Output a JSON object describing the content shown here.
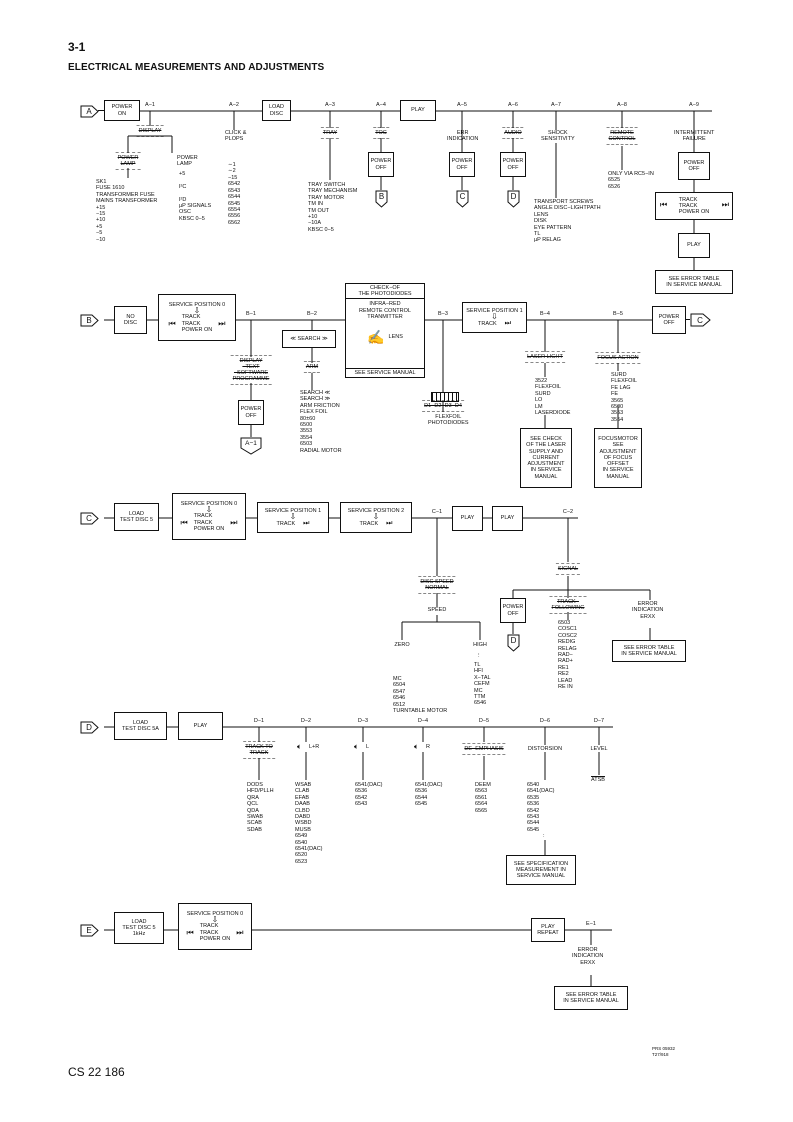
{
  "page": {
    "number": "3-1",
    "title": "ELECTRICAL MEASUREMENTS AND ADJUSTMENTS",
    "doc_id": "CS 22 186",
    "ref_code": "PRS 05932\nT27/918"
  },
  "connectors": {
    "A": "A",
    "B": "B",
    "C": "C",
    "D": "D",
    "E": "E",
    "A1": "A−1"
  },
  "rowA": {
    "start_box": "POWER\nON",
    "load_box": "LOAD\nDISC",
    "play_box": "PLAY",
    "step_labels": [
      "A−1",
      "A−2",
      "A−3",
      "A−4",
      "A−5",
      "A−6",
      "A−7",
      "A−8",
      "A−9"
    ],
    "a1_check": "DISPLAY",
    "a1_power_lamp_x": "POWER\nLAMP",
    "a1_power_lamp": "POWER\nLAMP",
    "a1_left_list": "SK1\nFUSE 1610\nTRANSFORMER FUSE\nMAINS TRANSFORMER\n+15\n−15\n+10\n+5\n−5\n−10",
    "a1_right_list": "+5\n\nI²C\n\nI²D\nµP SIGNALS\nOSC\nKBSC 0−5",
    "a2_title": "CLICK &\nPLOPS",
    "a2_list": "−15\n6542\n6543\n6544\n6545\n6554\n6556\n6562",
    "a2_list_top": "∼1\n∼2",
    "a3_check": "TRAY",
    "a3_list": "TRAY SWITCH\nTRAY MECHANISM\nTRAY MOTOR\nTM IN\nTM OUT\n+10\n−10A\nKBSC 0−5",
    "a4_check": "TOC",
    "a4_box": "POWER\nOFF",
    "a5_title": "ERR\nINDICATION",
    "a5_box": "POWER\nOFF",
    "a6_check": "AUDIO",
    "a6_box": "POWER\nOFF",
    "a7_title": "SHOCK\nSENSITIVITY",
    "a7_list": "TRANSPORT SCREWS\nANGLE DISC−LIGHTPATH\nLENS\nDISK\nEYE PATTERN\nTL\nµP RELAG",
    "a8_check": "REMOTE\nCONTROL",
    "a8_list": "ONLY VIA RC5−IN\n6525\n6526",
    "a9_title": "INTERMITTENT\nFAILURE",
    "a9_box1": "POWER\nOFF",
    "a9_box2": "TRACK\nTRACK\nPOWER ON",
    "a9_box3": "PLAY",
    "a9_box4": "SEE ERROR TABLE\nIN SERVICE MANUAL"
  },
  "rowB": {
    "start_box": "NO\nDISC",
    "svc0": "SERVICE POSITION 0",
    "svc0_sub": "TRACK\nTRACK\nPOWER ON",
    "step_labels": [
      "B−1",
      "B−2",
      "B−3",
      "B−4",
      "B−5"
    ],
    "b1_check": "DISPLAY\n–TEXT\n–SOFTWARE\nPROGRAMME",
    "b1_box": "POWER\nOFF",
    "b2_box": "≪ SEARCH ≫",
    "b2_list": "SEARCH ≪\nSEARCH ≫\nARM FRICTION\nFLEX FOIL\n80±60\n6500\n3553\n3554\n6503\nRADIAL MOTOR",
    "ir_title": "CHECK−OF\nTHE PHOTODIODES",
    "ir_sub": "INFRA−RED\nREMOTE CONTROL\nTRANMITTER",
    "ir_lens": "LENS",
    "ir_footer": "SEE SERVICE MANUAL",
    "b3_check": "D1−D2−D3−D4",
    "b3_list": "FLEXFOIL\nPHOTODIODES",
    "svc1": "SERVICE POSITION 1",
    "svc1_sub": "TRACK",
    "b4_check": "LASER LIGHT",
    "b4_list": "3522\nFLEXFOIL\nSURD\nLO\nLM\nLASERDIODE",
    "b4_box": "SEE CHECK\nOF THE LASER\nSUPPLY AND\nCURRENT\nADJUSTMENT\nIN SERVICE\nMANUAL",
    "b5_check": "FOCUS ACTION",
    "b5_list": "SURD\nFLEXFOIL\nFE LAG\nFE\n3565\n6500\n3553\n3554",
    "b5_box": "FOCUSMOTOR\nSEE\nADJUSTMENT\nOF FOCUS\nOFFSET\nIN SERVICE\nMANUAL",
    "end_box": "POWER\nOFF"
  },
  "rowC": {
    "start_box": "LOAD\nTEST DISC 5",
    "svc0": "SERVICE POSITION 0",
    "svc0_sub": "TRACK\nTRACK\nPOWER ON",
    "svc1": "SERVICE POSITION 1",
    "svc1_sub": "TRACK",
    "svc2": "SERVICE POSITION 2",
    "svc2_sub": "TRACK",
    "play1": "PLAY",
    "play2": "PLAY",
    "step_labels": [
      "C−1",
      "C−2"
    ],
    "c1_check": "DISC SPEED\nNORMAL",
    "speed": "SPEED",
    "zero": "ZERO",
    "high": "HIGH",
    "zero_list": "MC\n6504\n6547\n6546\n6512\nTURNTABLE MOTOR",
    "high_list": "TL\nHFI\nX−TAL\nCEFM\nMC\nTTM\n6546",
    "c2_check": "SIGNAL",
    "c2_box": "POWER\nOFF",
    "track_following": "TRACK−\nFOLLOWING",
    "track_list": "6503\nCOSC1\nCOSC2\nREDIG\nRELAG\nRAD−\nRAD+\nRE1\nRE2\nLEAD\nRE IN",
    "err": "ERROR\nINDICATION\nERXX",
    "err_box": "SEE ERROR TABLE\nIN SERVICE MANUAL"
  },
  "rowD": {
    "start_box": "LOAD\nTEST DISC 5A",
    "play": "PLAY",
    "step_labels": [
      "D−1",
      "D−2",
      "D−3",
      "D−4",
      "D−5",
      "D−6",
      "D−7"
    ],
    "d1_check": "TRACK TO\nTRACK",
    "d1_list": "DODS\nHFD/PLLH\nQRA\nQCL\nQDA\nSWAB\nSCAB\nSDAB",
    "d2_label": "L+R",
    "d2_list": "WSAB\nCLAB\nEFAB\nDAAB\nCLBD\nDABD\nWSBD\nMUSB\n6549\n6540\n6541(DAC)\n6520\n6523",
    "d3_label": "L",
    "d3_list": "6541(DAC)\n6536\n6542\n6543",
    "d4_label": "R",
    "d4_list": "6541(DAC)\n6536\n6544\n6545",
    "d5_check": "DE−EMPHASIS",
    "d5_list": "DEEM\n6563\n6561\n6564\n6565",
    "d6_title": "DISTORSION",
    "d6_list": "6540\n6541(DAC)\n6535\n6536\n6542\n6543\n6544\n6545",
    "d6_box": "SEE SPECIFICATION\nMEASUREMENT IN\nSERVICE MANUAL",
    "d7_title": "LEVEL",
    "d7_list": "ATSB"
  },
  "rowE": {
    "start_box": "LOAD\nTEST DISC 5\n1kHz",
    "svc0": "SERVICE POSITION 0",
    "svc0_sub": "TRACK\nTRACK\nPOWER ON",
    "play_repeat": "PLAY\nREPEAT",
    "step_label": "E−1",
    "err": "ERROR\nINDICATION\nERXX",
    "err_box": "SEE ERROR TABLE\nIN SERVICE MANUAL"
  }
}
